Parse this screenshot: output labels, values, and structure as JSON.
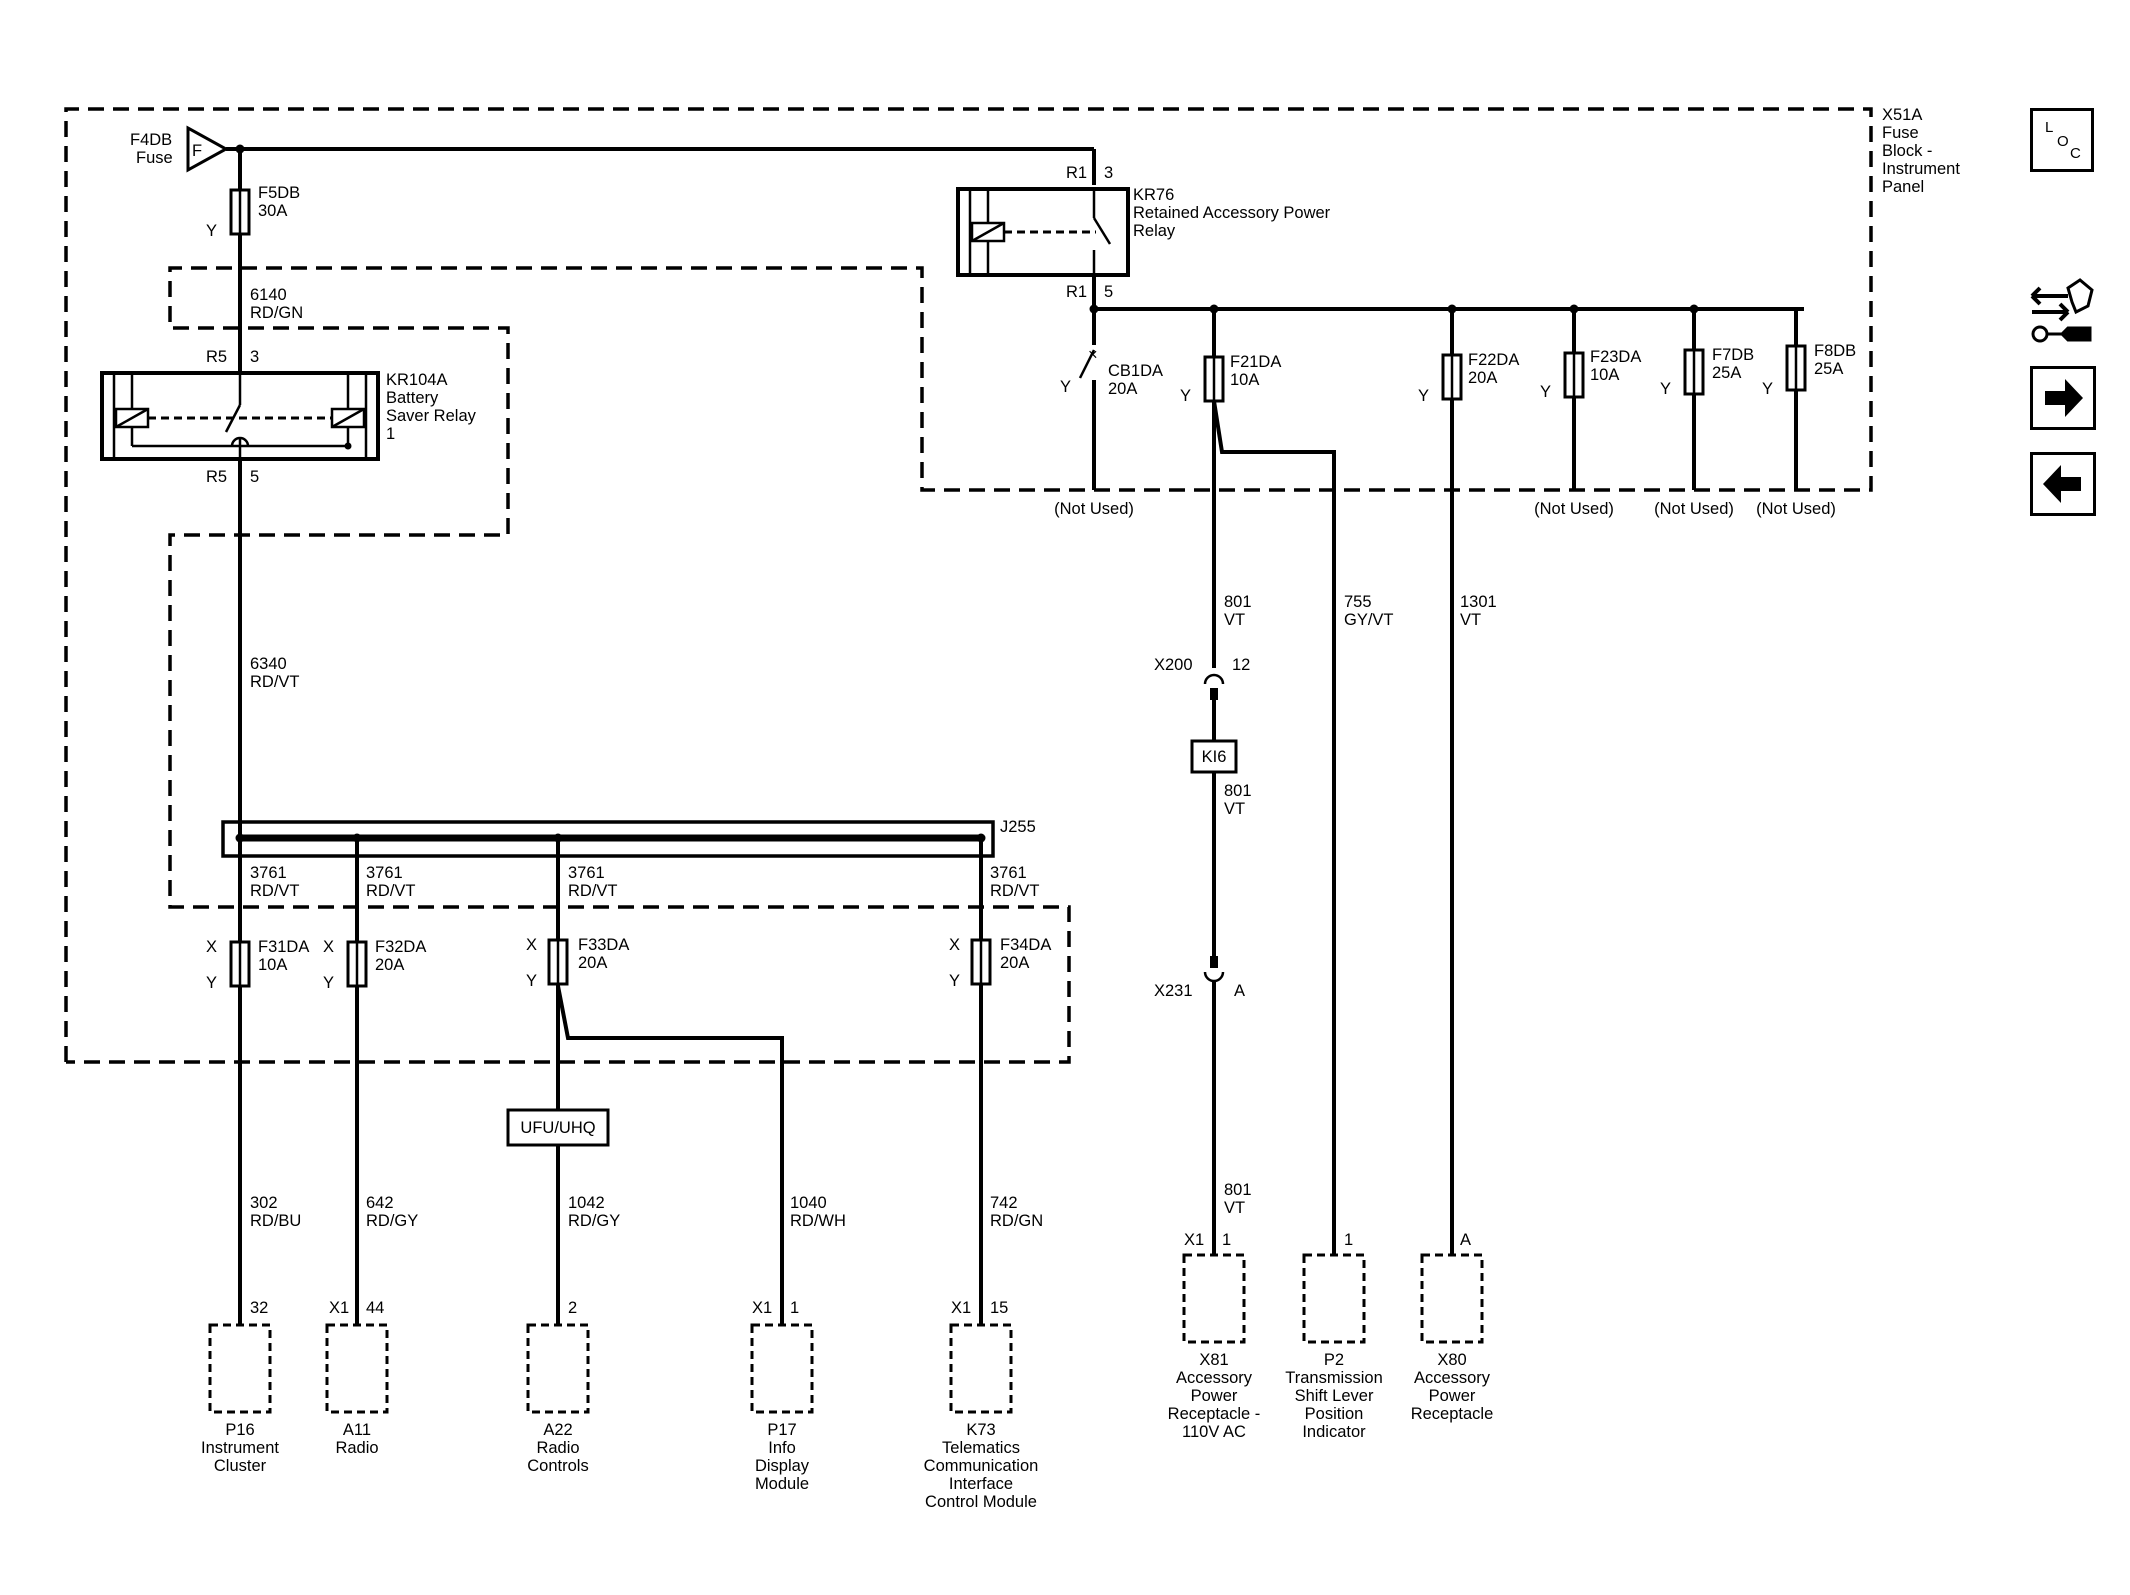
{
  "fuse_block": {
    "name": "X51A",
    "l1": "Fuse",
    "l2": "Block -",
    "l3": "Instrument",
    "l4": "Panel"
  },
  "source": {
    "name": "F4DB",
    "type": "Fuse",
    "symbol": "F"
  },
  "f5db": {
    "name": "F5DB",
    "rating": "30A",
    "pin": "Y"
  },
  "w6140": {
    "circuit": "6140",
    "color": "RD/GN"
  },
  "kr104a": {
    "name": "KR104A",
    "l1": "Battery",
    "l2": "Saver Relay",
    "l3": "1",
    "conn_top": "R5",
    "pin_top": "3",
    "conn_bot": "R5",
    "pin_bot": "5"
  },
  "w6340": {
    "circuit": "6340",
    "color": "RD/VT"
  },
  "j255": {
    "name": "J255"
  },
  "branches": [
    {
      "circuit": "3761",
      "color": "RD/VT",
      "fuse": "F31DA",
      "rating": "10A",
      "x": "X",
      "y": "Y"
    },
    {
      "circuit": "3761",
      "color": "RD/VT",
      "fuse": "F32DA",
      "rating": "20A",
      "x": "X",
      "y": "Y"
    },
    {
      "circuit": "3761",
      "color": "RD/VT",
      "fuse": "F33DA",
      "rating": "20A",
      "x": "X",
      "y": "Y"
    },
    {
      "circuit": "3761",
      "color": "RD/VT",
      "fuse": "F34DA",
      "rating": "20A",
      "x": "X",
      "y": "Y"
    }
  ],
  "option": {
    "label": "UFU/UHQ"
  },
  "lower_wires": [
    {
      "circuit": "302",
      "color": "RD/BU"
    },
    {
      "circuit": "642",
      "color": "RD/GY"
    },
    {
      "circuit": "1042",
      "color": "RD/GY"
    },
    {
      "circuit": "1040",
      "color": "RD/WH"
    },
    {
      "circuit": "742",
      "color": "RD/GN"
    }
  ],
  "loads_left": [
    {
      "conn": "",
      "pin": "32",
      "name": "P16",
      "l1": "Instrument",
      "l2": "Cluster",
      "l3": "",
      "l4": ""
    },
    {
      "conn": "X1",
      "pin": "44",
      "name": "A11",
      "l1": "Radio",
      "l2": "",
      "l3": "",
      "l4": ""
    },
    {
      "conn": "",
      "pin": "2",
      "name": "A22",
      "l1": "Radio",
      "l2": "Controls",
      "l3": "",
      "l4": ""
    },
    {
      "conn": "X1",
      "pin": "1",
      "name": "P17",
      "l1": "Info",
      "l2": "Display",
      "l3": "Module",
      "l4": ""
    },
    {
      "conn": "X1",
      "pin": "15",
      "name": "K73",
      "l1": "Telematics",
      "l2": "Communication",
      "l3": "Interface",
      "l4": "Control Module"
    }
  ],
  "kr76": {
    "name": "KR76",
    "l1": "Retained Accessory Power",
    "l2": "Relay",
    "conn_top": "R1",
    "pin_top": "3",
    "conn_bot": "R1",
    "pin_bot": "5"
  },
  "cb1da": {
    "name": "CB1DA",
    "rating": "20A",
    "pin": "Y",
    "note": "(Not Used)"
  },
  "right_fuses": [
    {
      "name": "F21DA",
      "rating": "10A",
      "pin": "Y",
      "note": ""
    },
    {
      "name": "F22DA",
      "rating": "20A",
      "pin": "Y",
      "note": ""
    },
    {
      "name": "F23DA",
      "rating": "10A",
      "pin": "Y",
      "note": "(Not Used)"
    },
    {
      "name": "F7DB",
      "rating": "25A",
      "pin": "Y",
      "note": "(Not Used)"
    },
    {
      "name": "F8DB",
      "rating": "25A",
      "pin": "Y",
      "note": "(Not Used)"
    }
  ],
  "right_wires": {
    "w801a": {
      "circuit": "801",
      "color": "VT"
    },
    "w755": {
      "circuit": "755",
      "color": "GY/VT"
    },
    "w1301": {
      "circuit": "1301",
      "color": "VT"
    },
    "x200": {
      "name": "X200",
      "pin": "12"
    },
    "ki6": {
      "label": "KI6"
    },
    "w801b": {
      "circuit": "801",
      "color": "VT"
    },
    "x231": {
      "name": "X231",
      "pin": "A"
    },
    "w801c": {
      "circuit": "801",
      "color": "VT"
    }
  },
  "loads_right": [
    {
      "conn": "X1",
      "pin": "1",
      "name": "X81",
      "l1": "Accessory",
      "l2": "Power",
      "l3": "Receptacle -",
      "l4": "110V AC"
    },
    {
      "conn": "",
      "pin": "1",
      "name": "P2",
      "l1": "Transmission",
      "l2": "Shift Lever",
      "l3": "Position",
      "l4": "Indicator"
    },
    {
      "conn": "",
      "pin": "A",
      "name": "X80",
      "l1": "Accessory",
      "l2": "Power",
      "l3": "Receptacle",
      "l4": ""
    }
  ],
  "nav": {
    "loc_l": "L",
    "loc_o": "O",
    "loc_c": "C",
    "icons": [
      "loc-icon",
      "connector-tool-icon",
      "next-arrow-icon",
      "previous-arrow-icon"
    ]
  }
}
